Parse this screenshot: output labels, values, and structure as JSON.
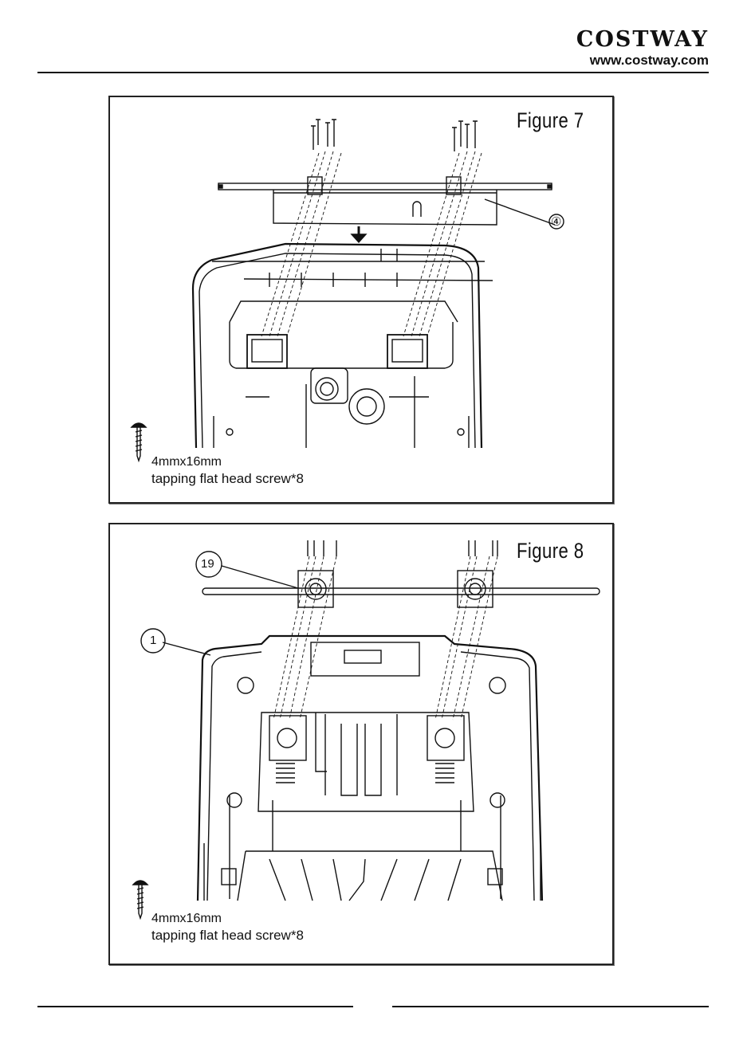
{
  "header": {
    "brand_name": "COSTWAY",
    "brand_url": "www.costway.com"
  },
  "figure7": {
    "title": "Figure 7",
    "part_callout": "④",
    "screw_size": "4mmx16mm",
    "screw_desc": "tapping flat head screw*8"
  },
  "figure8": {
    "title": "Figure 8",
    "callout_a": "19",
    "callout_b": "1",
    "screw_size": "4mmx16mm",
    "screw_desc": "tapping flat head screw*8"
  }
}
